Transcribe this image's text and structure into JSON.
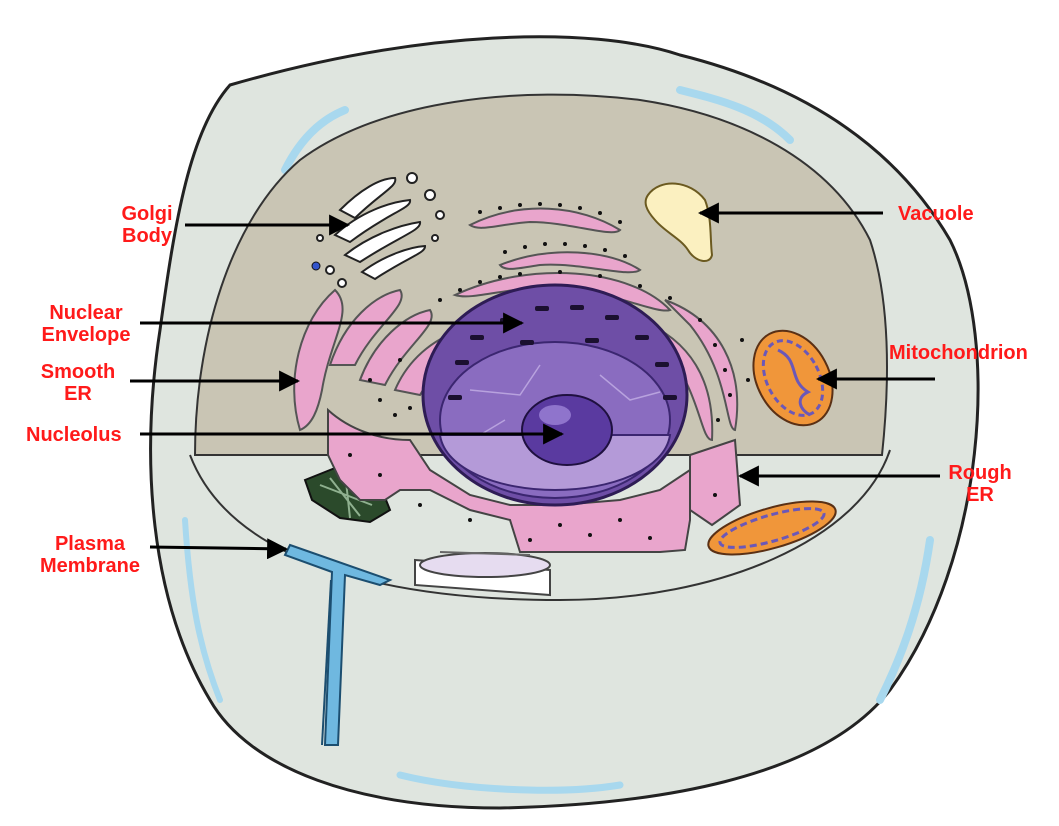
{
  "diagram": {
    "labels": {
      "golgi": [
        "Golgi",
        "Body"
      ],
      "nuclear_envelope": [
        "Nuclear",
        "Envelope"
      ],
      "smooth_er": [
        "Smooth",
        "ER"
      ],
      "nucleolus": [
        "Nucleolus"
      ],
      "plasma_membrane": [
        "Plasma",
        "Membrane"
      ],
      "vacuole": [
        "Vacuole"
      ],
      "mitochondrion": [
        "Mitochondrion"
      ],
      "rough_er": [
        "Rough",
        "ER"
      ]
    }
  },
  "colors": {
    "label": "#ff1a1a",
    "cell_fill": "#dfe5df",
    "cytoplasm": "#c9c5b4",
    "nucleus": "#6e4ea6",
    "nucleolus": "#5a3aa0",
    "er": "#e9a5cc",
    "membrane_highlight": "#9fd6ee",
    "vacuole": "#fbf0c0",
    "mitochondrion": "#f0963a",
    "cristae": "#6b58b8"
  }
}
